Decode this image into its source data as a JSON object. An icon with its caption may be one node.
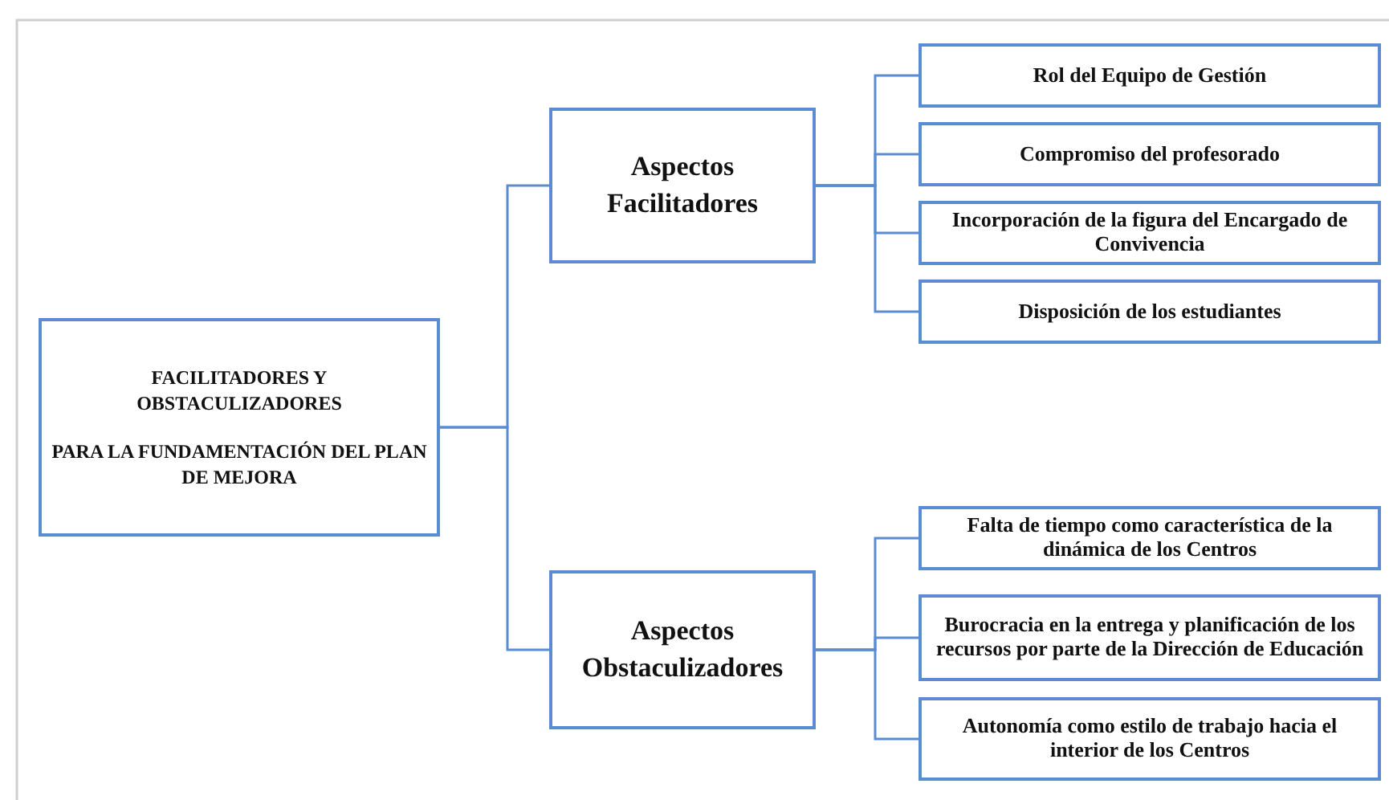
{
  "diagram": {
    "nodes": [
      {
        "text": [
          "FACILITADORES Y OBSTACULIZADORES",
          "PARA LA FUNDAMENTACIÓN DEL PLAN DE MEJORA"
        ]
      },
      {
        "text": [
          "Aspectos Facilitadores"
        ]
      },
      {
        "text": [
          "Aspectos Obstaculizadores"
        ]
      },
      {
        "text": [
          "Rol del Equipo de Gestión"
        ]
      },
      {
        "text": [
          "Compromiso del profesorado"
        ]
      },
      {
        "text": [
          "Incorporación de la figura del Encargado de Convivencia"
        ]
      },
      {
        "text": [
          "Disposición de los estudiantes"
        ]
      },
      {
        "text": [
          "Falta de tiempo como característica de la dinámica de los Centros"
        ]
      },
      {
        "text": [
          "Burocracia en la entrega y planificación de los recursos por parte de la Dirección de Educación"
        ]
      },
      {
        "text": [
          "Autonomía como estilo de trabajo hacia el interior de los Centros"
        ]
      }
    ],
    "edges": [
      {
        "from": 0,
        "to": 1,
        "arrow": "none"
      },
      {
        "from": 0,
        "to": 2,
        "arrow": "none"
      },
      {
        "from": 1,
        "to": 3,
        "arrow": "none"
      },
      {
        "from": 1,
        "to": 4,
        "arrow": "none"
      },
      {
        "from": 1,
        "to": 5,
        "arrow": "none"
      },
      {
        "from": 1,
        "to": 6,
        "arrow": "none"
      },
      {
        "from": 2,
        "to": 7,
        "arrow": "none"
      },
      {
        "from": 2,
        "to": 8,
        "arrow": "none"
      },
      {
        "from": 2,
        "to": 9,
        "arrow": "none"
      }
    ]
  }
}
